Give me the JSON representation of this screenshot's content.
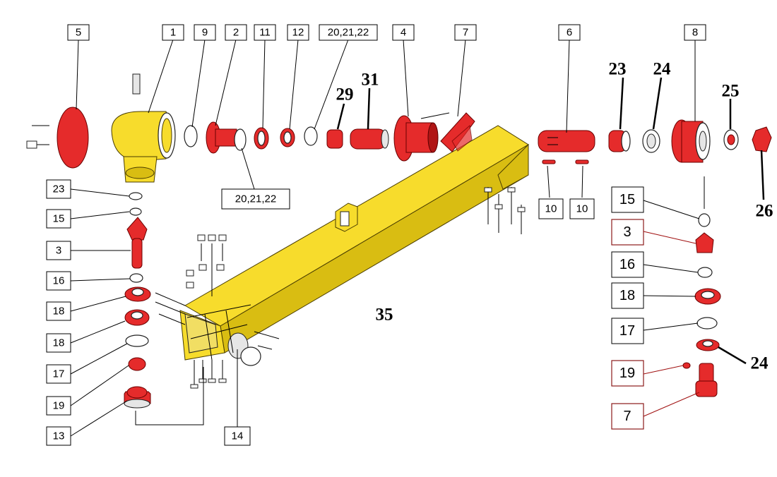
{
  "diagram": {
    "colors": {
      "part_red": "#e52b2b",
      "housing_yellow": "#f7dc2c",
      "label_red_border": "#8b1a1a"
    },
    "callouts": {
      "c5": "5",
      "c1": "1",
      "c9": "9",
      "c2": "2",
      "c11": "11",
      "c12": "12",
      "c20a": "20,21,22",
      "c4": "4",
      "c7top": "7",
      "c6": "6",
      "c8": "8",
      "c20b": "20,21,22",
      "c10a": "10",
      "c10b": "10",
      "c23left": "23",
      "c15left": "15",
      "c3left": "3",
      "c16left": "16",
      "c18left_a": "18",
      "c18left_b": "18",
      "c17left": "17",
      "c19left": "19",
      "c13": "13",
      "c14": "14",
      "c15right": "15",
      "c3right": "3",
      "c16right": "16",
      "c18right": "18",
      "c17right": "17",
      "c19right": "19",
      "c7right": "7"
    },
    "bold_numbers": {
      "n29": "29",
      "n31": "31",
      "n23": "23",
      "n24top": "24",
      "n25": "25",
      "n26": "26",
      "n35": "35",
      "n24right": "24"
    }
  }
}
